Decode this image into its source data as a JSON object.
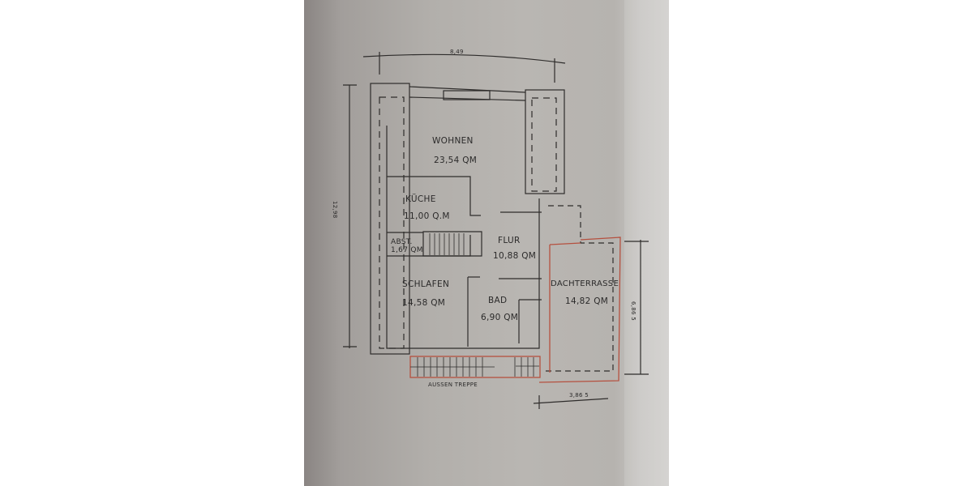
{
  "plan": {
    "dimensions": {
      "top_width": "8,49",
      "left_height": "12,98",
      "terrace_height": "6,86 5",
      "terrace_width": "3,86 5"
    },
    "rooms": [
      {
        "name": "WOHNEN",
        "area": "23,54 QM"
      },
      {
        "name": "KÜCHE",
        "area": "11,00 Q.M"
      },
      {
        "name": "ABST.",
        "area": "1,67 QM"
      },
      {
        "name": "FLUR",
        "area": "10,88 QM"
      },
      {
        "name": "SCHLAFEN",
        "area": "14,58 QM"
      },
      {
        "name": "BAD",
        "area": "6,90 QM"
      },
      {
        "name": "DACHTERRASSE",
        "area": "14,82 QM"
      }
    ],
    "stairs_label": "AUSSEN TREPPE",
    "colors": {
      "paper": "#b6b3af",
      "line": "#2e2c2b",
      "red_outline": "#b5503f"
    }
  }
}
